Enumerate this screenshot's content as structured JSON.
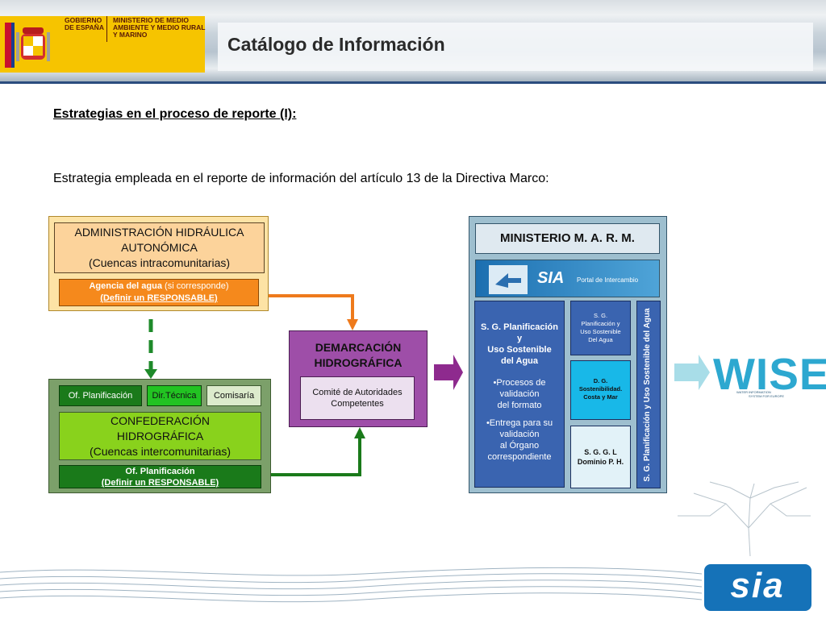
{
  "header": {
    "gov_text": "GOBIERNO DE ESPAÑA",
    "ministry_text": "MINISTERIO DE MEDIO AMBIENTE Y MEDIO RURAL Y MARINO",
    "title": "Catálogo de Información"
  },
  "content": {
    "subtitle": "Estrategias en el proceso de reporte (I):",
    "intro": "Estrategia empleada en el reporte de información del artículo 13 de la Directiva Marco:"
  },
  "admin": {
    "title_line1": "ADMINISTRACIÓN HIDRÁULICA",
    "title_line2": "AUTONÓMICA",
    "title_line3": "(Cuencas intracomunitarias)",
    "agencia_bold": "Agencia del agua",
    "agencia_light": "(si corresponde)",
    "agencia_line2": "(Definir un RESPONSABLE)"
  },
  "confederacion": {
    "of_plan": "Of. Planificación",
    "dir_tec": "Dir.Técnica",
    "comisaria": "Comisaría",
    "title_line1": "CONFEDERACIÓN",
    "title_line2": "HIDROGRÁFICA",
    "title_line3": "(Cuencas intercomunitarias)",
    "bottom_line1": "Of. Planificación",
    "bottom_line2": "(Definir un RESPONSABLE)"
  },
  "demarcacion": {
    "title_line1": "DEMARCACIÓN",
    "title_line2": "HIDROGRÁFICA",
    "comite_line1": "Comité de Autoridades",
    "comite_line2": "Competentes"
  },
  "ministerio": {
    "title": "MINISTERIO M. A. R. M.",
    "portal_logo": "SIA",
    "portal_label": "Portal de Intercambio",
    "sg_title_1": "S. G. Planificación",
    "sg_title_2": "y",
    "sg_title_3": "Uso Sostenible",
    "sg_title_4": "del Agua",
    "bullet1_1": "•Procesos de",
    "bullet1_2": "validación",
    "bullet1_3": "del formato",
    "bullet2_1": "•Entrega para su",
    "bullet2_2": "validación",
    "bullet2_3": "al Órgano",
    "bullet2_4": "correspondiente",
    "small_1": "S. G.",
    "small_2": "Planificación y",
    "small_3": "Uso Sostenible",
    "small_4": "Del Agua",
    "dg_1": "D. G.",
    "dg_2": "Sostenibilidad.",
    "dg_3": "Costa y Mar",
    "sggl_1": "S. G. G. L",
    "sggl_2": "Dominio P. H.",
    "vertical": "S. G. Planificación y Uso Sostenible del Agua"
  },
  "wise": {
    "logo": "WISE",
    "sub1": "WATER INFORMATION",
    "sub2": "SYSTEM FOR EUROPE"
  },
  "footer": {
    "sia_logo": "sia"
  },
  "colors": {
    "orange_arrow": "#ee7a1c",
    "green_arrow": "#1a7a1a",
    "purple_arrow": "#8e2a8e",
    "cyan_arrow": "#a8dde8"
  }
}
